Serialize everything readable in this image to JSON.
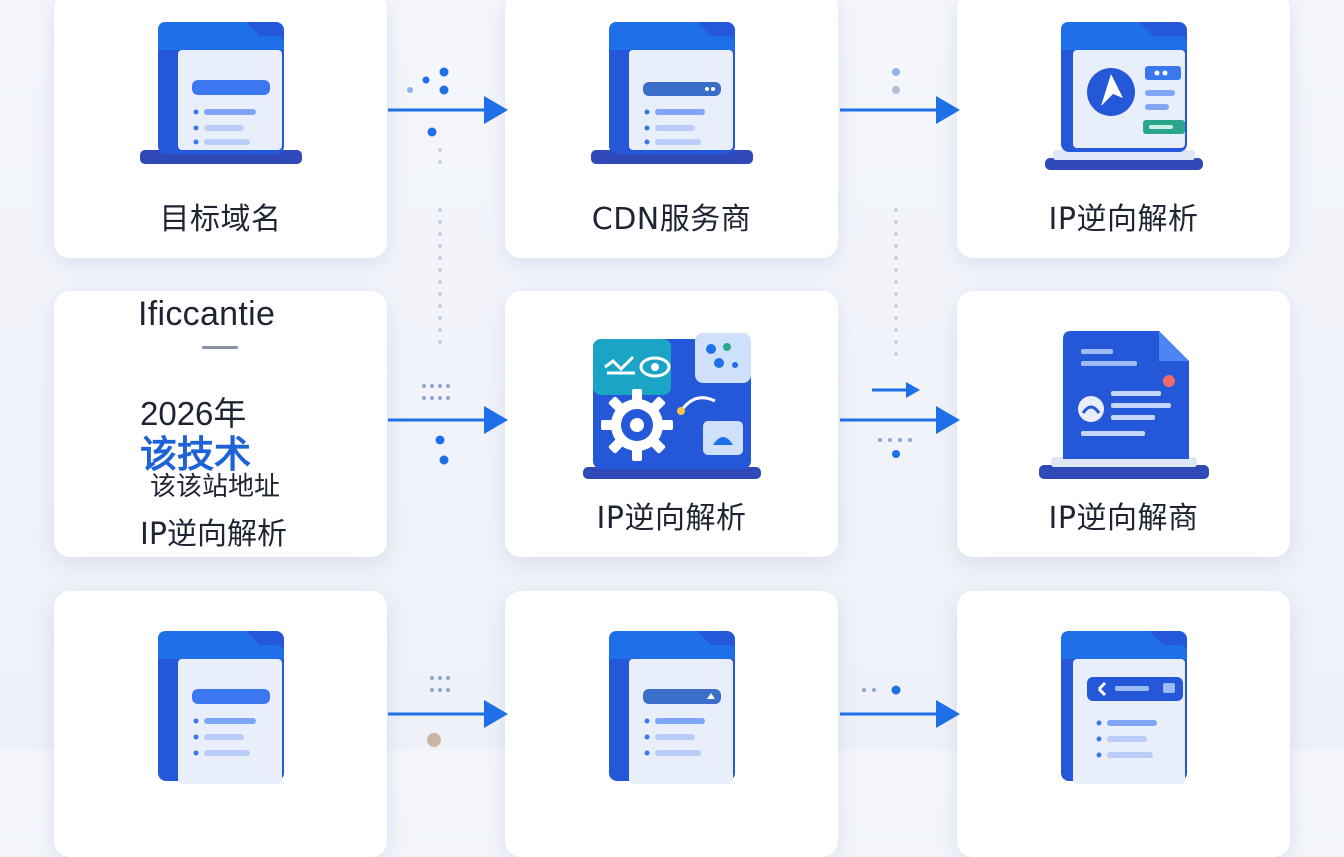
{
  "nodes": {
    "r1c1": {
      "label": "目标域名"
    },
    "r1c2": {
      "label": "CDN服务商"
    },
    "r1c3": {
      "label": "IP逆向解析"
    },
    "r2c1": {
      "lines": [
        "Ificcantie",
        "2026年",
        "该技术",
        "该该站地址",
        "IP逆向解析"
      ]
    },
    "r2c2": {
      "label": "IP逆向解析"
    },
    "r2c3": {
      "label": "IP逆向解商"
    }
  },
  "colors": {
    "accent": "#1e6fe8",
    "dark_accent": "#2f49b8",
    "panel": "#e9eefb",
    "card": "#ffffff"
  },
  "icons": [
    "document-laptop-icon",
    "share-laptop-icon",
    "gear-eye-laptop-icon",
    "report-laptop-icon",
    "link-laptop-icon"
  ]
}
